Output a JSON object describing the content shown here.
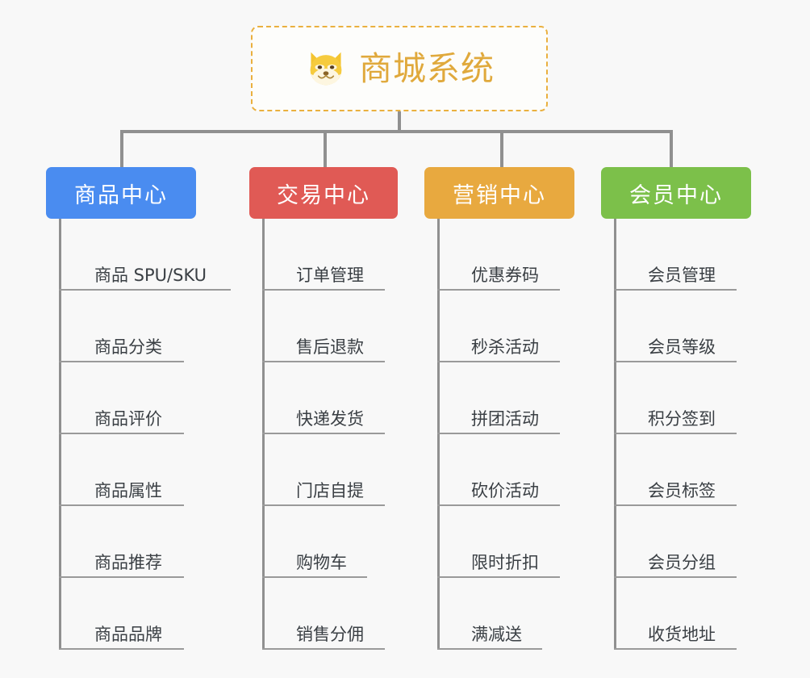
{
  "background_color": "#f8f8f8",
  "connector_color": "#909090",
  "root": {
    "title": "商城系统",
    "icon": "shiba-dog-emoji",
    "text_color": "#e0a93c",
    "border_color": "#eab03f",
    "background_color": "#fdfdfb"
  },
  "categories": [
    {
      "label": "商品中心",
      "color": "#4a8cf0",
      "items": [
        "商品 SPU/SKU",
        "商品分类",
        "商品评价",
        "商品属性",
        "商品推荐",
        "商品品牌"
      ]
    },
    {
      "label": "交易中心",
      "color": "#e05a55",
      "items": [
        "订单管理",
        "售后退款",
        "快递发货",
        "门店自提",
        "购物车",
        "销售分佣"
      ]
    },
    {
      "label": "营销中心",
      "color": "#e8a93f",
      "items": [
        "优惠券码",
        "秒杀活动",
        "拼团活动",
        "砍价活动",
        "限时折扣",
        "满减送"
      ]
    },
    {
      "label": "会员中心",
      "color": "#7cc04a",
      "items": [
        "会员管理",
        "会员等级",
        "积分签到",
        "会员标签",
        "会员分组",
        "收货地址"
      ]
    }
  ]
}
